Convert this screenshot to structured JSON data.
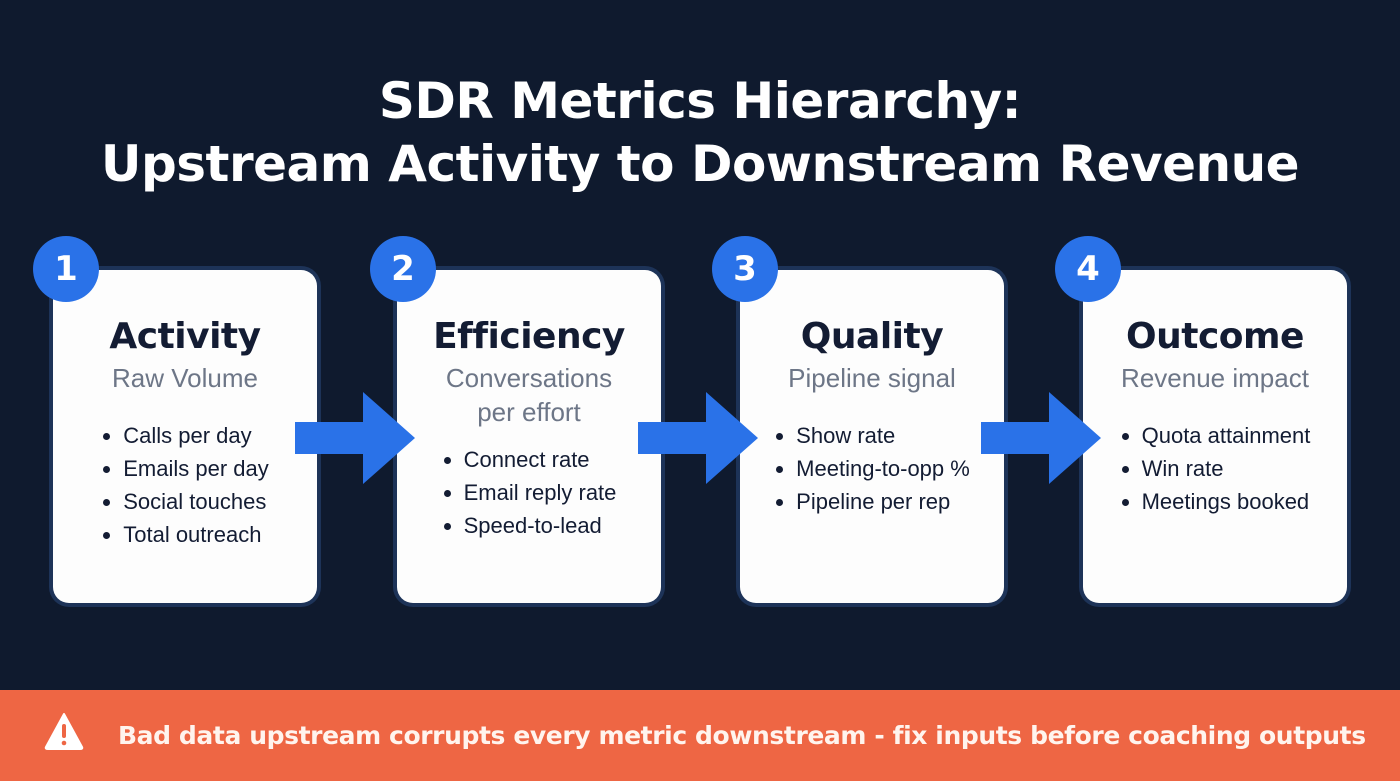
{
  "title": {
    "line1": "SDR Metrics Hierarchy:",
    "line2": "Upstream Activity to Downstream Revenue"
  },
  "colors": {
    "background": "#0f1a2e",
    "accent_blue": "#2a72e8",
    "banner": "#ee6644",
    "card": "#fdfdfd"
  },
  "stages": [
    {
      "number": "1",
      "title": "Activity",
      "subtitle": "Raw Volume",
      "metrics": [
        "Calls per day",
        "Emails per day",
        "Social touches",
        "Total outreach"
      ]
    },
    {
      "number": "2",
      "title": "Efficiency",
      "subtitle": "Conversations per effort",
      "metrics": [
        "Connect rate",
        "Email reply rate",
        "Speed-to-lead"
      ]
    },
    {
      "number": "3",
      "title": "Quality",
      "subtitle": "Pipeline signal",
      "metrics": [
        "Show rate",
        "Meeting-to-opp %",
        "Pipeline per rep"
      ]
    },
    {
      "number": "4",
      "title": "Outcome",
      "subtitle": "Revenue impact",
      "metrics": [
        "Quota attainment",
        "Win rate",
        "Meetings booked"
      ]
    }
  ],
  "banner": {
    "icon": "warning-icon",
    "text": "Bad data upstream corrupts every metric downstream - fix inputs before coaching outputs"
  }
}
